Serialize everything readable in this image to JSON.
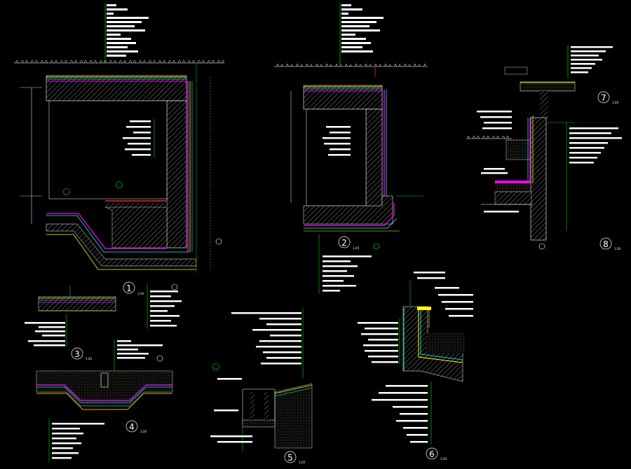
{
  "colors": {
    "background": "#000000",
    "concrete_hatch": "#c8c8c8",
    "leader_line": "#00ff00",
    "membrane": "#ff00ff",
    "insulation": "#ffff00",
    "protection_layer": "#00ffff",
    "rebar_highlight": "#ff0000",
    "text": "#ffffff"
  },
  "details": [
    {
      "id": "detail-1",
      "number": "1",
      "scale": "1:20"
    },
    {
      "id": "detail-2",
      "number": "2",
      "scale": "1:20"
    },
    {
      "id": "detail-3",
      "number": "3",
      "scale": "1:20"
    },
    {
      "id": "detail-4",
      "number": "4",
      "scale": "1:20"
    },
    {
      "id": "detail-5",
      "number": "5",
      "scale": "1:20"
    },
    {
      "id": "detail-6",
      "number": "6",
      "scale": "1:20"
    },
    {
      "id": "detail-7",
      "number": "7",
      "scale": "1:20"
    },
    {
      "id": "detail-8",
      "number": "8",
      "scale": "1:20"
    }
  ]
}
